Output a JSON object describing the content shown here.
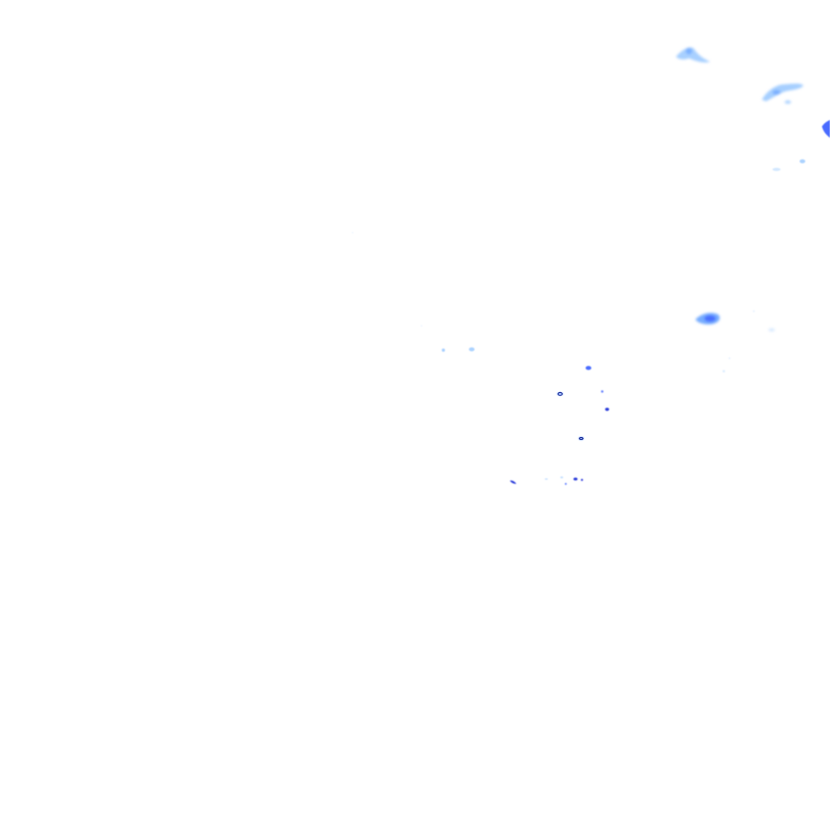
{
  "map": {
    "type": "precipitation-radar-overlay",
    "background": "transparent",
    "legend_visible": false,
    "colors": {
      "light_rain": "#9ecbff",
      "light_moderate_rain": "#6fa8ff",
      "moderate_rain": "#3f62ff",
      "heavy_rain": "#1f2fd8",
      "very_heavy_rain": "#0b1a8f"
    },
    "echo_count": 23
  }
}
